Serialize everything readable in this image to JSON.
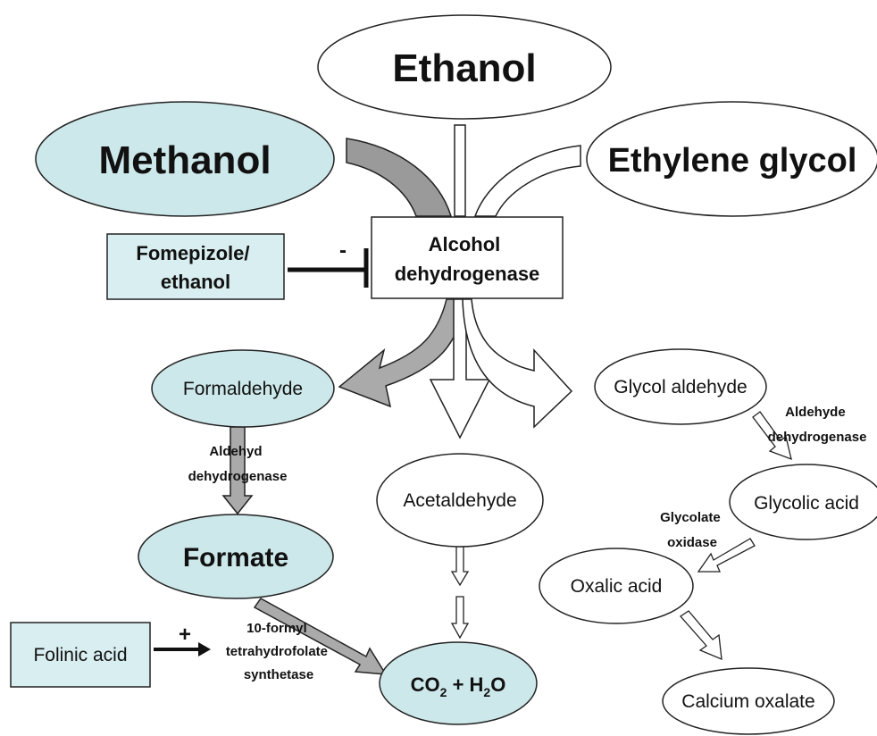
{
  "colors": {
    "teal_fill": "#cde8ea",
    "box_fill": "#d9eef0",
    "gray_arrow": "#aaaaaa",
    "dark_arrow": "#9a9a9a",
    "stroke": "#222222"
  },
  "nodes": {
    "ethanol": "Ethanol",
    "methanol": "Methanol",
    "ethylene_glycol": "Ethylene glycol",
    "alcohol_dehydrogenase": [
      "Alcohol",
      "dehydrogenase"
    ],
    "fomepizole": [
      "Fomepizole/",
      "ethanol"
    ],
    "formaldehyde": "Formaldehyde",
    "acetaldehyde": "Acetaldehyde",
    "glycol_aldehyde": "Glycol aldehyde",
    "glycolic_acid": "Glycolic acid",
    "oxalic_acid": "Oxalic acid",
    "calcium_oxalate": "Calcium oxalate",
    "formate": "Formate",
    "folinic_acid": "Folinic acid",
    "co2_h2o": {
      "co": "CO",
      "sub1": "2",
      "plus_h": " + H",
      "sub2": "2",
      "o": "O"
    }
  },
  "enzymes": {
    "aldehyd_dehydrogenase": [
      "Aldehyd",
      "dehydrogenase"
    ],
    "aldehyde_dehydrogenase": [
      "Aldehyde",
      "dehydrogenase"
    ],
    "glycolate_oxidase": [
      "Glycolate",
      "oxidase"
    ],
    "formyl_synthetase": [
      "10-formyl",
      "tetrahydrofolate",
      "synthetase"
    ]
  },
  "signs": {
    "inhibit": "-",
    "promote": "+"
  }
}
